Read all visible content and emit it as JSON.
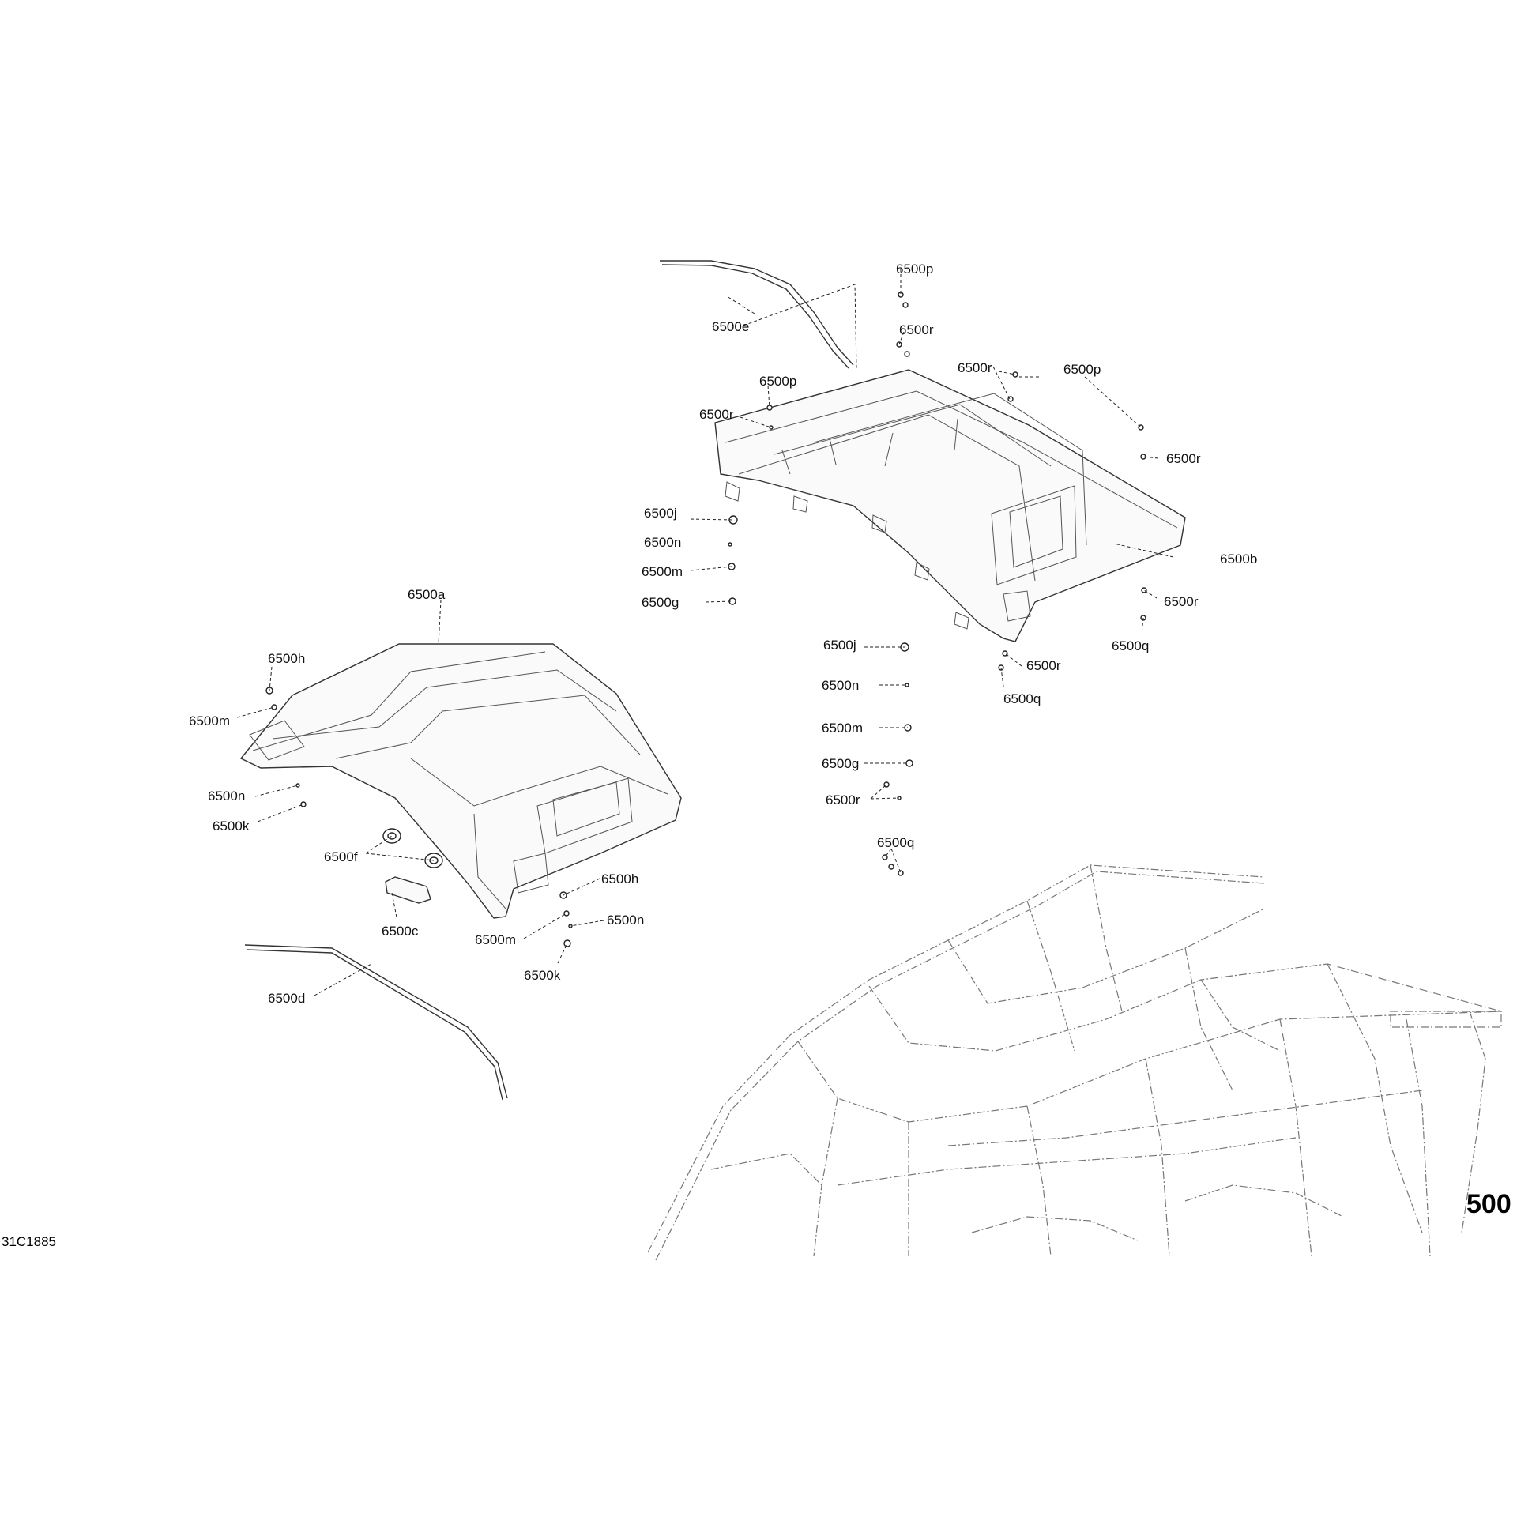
{
  "labels": {
    "a": "6500a",
    "b": "6500b",
    "c": "6500c",
    "d": "6500d",
    "e": "6500e",
    "f": "6500f",
    "g": "6500g",
    "h": "6500h",
    "j": "6500j",
    "k": "6500k",
    "m": "6500m",
    "n": "6500n",
    "p": "6500p",
    "q": "6500q",
    "r": "6500r"
  },
  "page_number": "500",
  "illustration_code": "31C1885"
}
